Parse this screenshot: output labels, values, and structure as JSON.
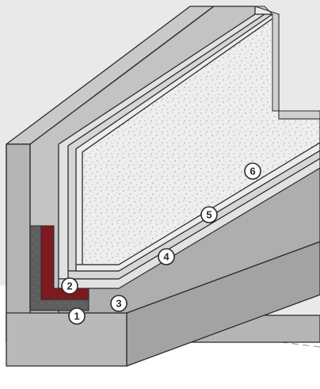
{
  "colors": {
    "backdrop": "#e9e9ea",
    "concrete_front": "#b5b5b5",
    "concrete_top": "#c9c9c9",
    "concrete_side": "#a3a3a3",
    "red_layer": "#7d1a1f",
    "dark_layer": "#5e5e5e",
    "speckle_fill": "#eeeeee",
    "outline": "#2b2b2b"
  },
  "callouts": [
    {
      "label": "1"
    },
    {
      "label": "2"
    },
    {
      "label": "3"
    },
    {
      "label": "4"
    },
    {
      "label": "5"
    },
    {
      "label": "6"
    }
  ]
}
